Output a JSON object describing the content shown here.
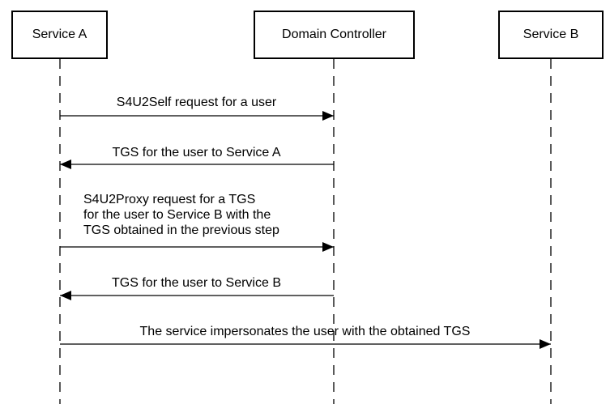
{
  "participants": {
    "service_a": "Service A",
    "domain_controller": "Domain Controller",
    "service_b": "Service B"
  },
  "messages": [
    {
      "from": "service_a",
      "to": "domain_controller",
      "lines": [
        "S4U2Self request for a user"
      ]
    },
    {
      "from": "domain_controller",
      "to": "service_a",
      "lines": [
        "TGS for the user to Service A"
      ]
    },
    {
      "from": "service_a",
      "to": "domain_controller",
      "lines": [
        "S4U2Proxy request for a TGS",
        "for the user to Service B with the",
        "TGS obtained in the previous step"
      ]
    },
    {
      "from": "domain_controller",
      "to": "service_a",
      "lines": [
        "TGS for the user to Service B"
      ]
    },
    {
      "from": "service_a",
      "to": "service_b",
      "lines": [
        "The service impersonates the user with the obtained TGS"
      ]
    }
  ]
}
